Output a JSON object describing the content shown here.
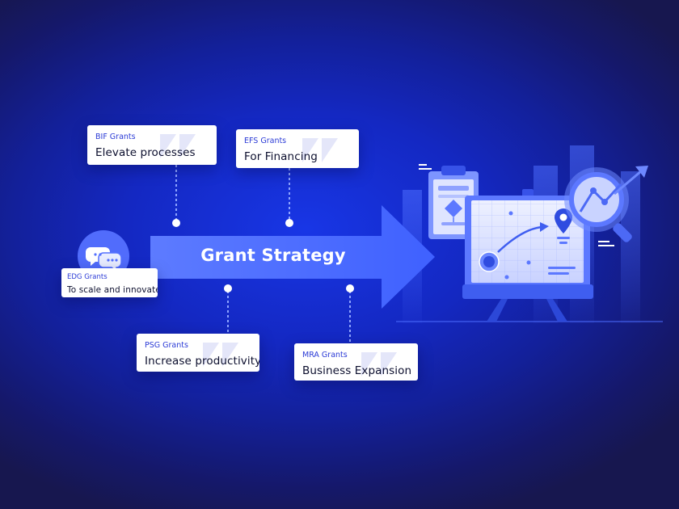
{
  "main_arrow": {
    "label": "Grant Strategy"
  },
  "grants": [
    {
      "name": "BIF Grants",
      "description": "Elevate processes"
    },
    {
      "name": "EFS Grants",
      "description": "For Financing"
    },
    {
      "name": "EDG Grants",
      "description": "To scale and innovate"
    },
    {
      "name": "PSG Grants",
      "description": "Increase productivity"
    },
    {
      "name": "MRA Grants",
      "description": "Business Expansion"
    }
  ],
  "icons": {
    "chat": "chat-bubbles-icon",
    "clipboard": "clipboard-flowchart-icon",
    "presentation": "presentation-board-icon",
    "magnifier": "magnifying-glass-icon",
    "location": "location-pin-icon",
    "trend": "trend-arrow-icon"
  },
  "colors": {
    "background": "#1428c2",
    "arrow": "#4d6dff",
    "card": "#ffffff",
    "card_label": "#2b3bd6",
    "card_text": "#0c0f2e"
  }
}
